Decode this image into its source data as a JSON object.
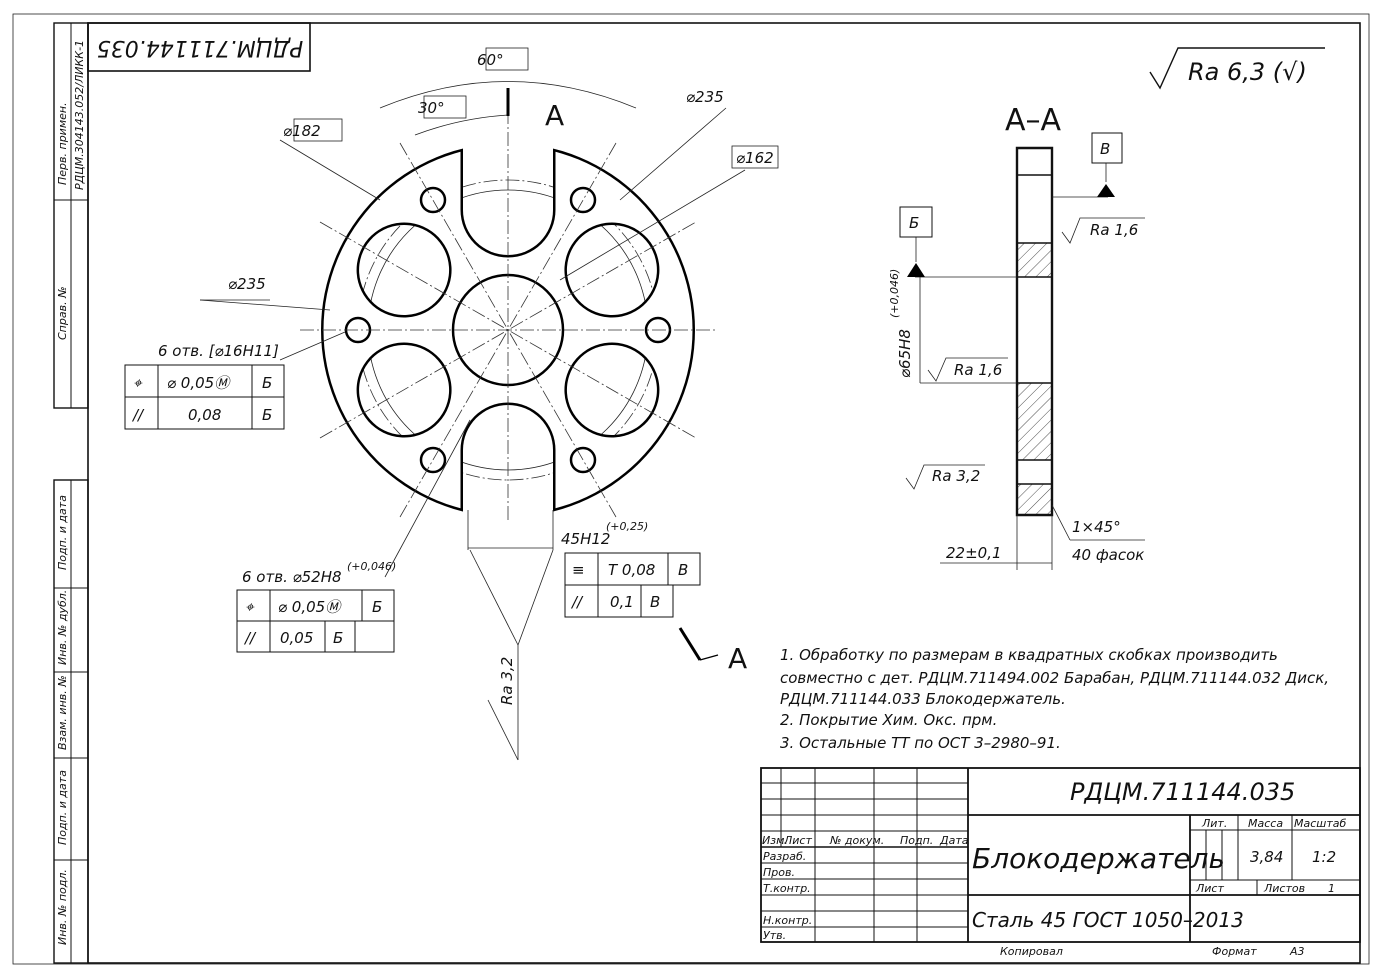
{
  "stamp_rotated": "РДЦМ.711144.035",
  "side": {
    "perv_primen": "Перв. примен.",
    "perv_value": "РДЦМ.304143.052/ЛИКК-1",
    "sprav": "Справ. №",
    "podp_data": "Подп. и дата",
    "inv_dubl": "Инв. № дубл.",
    "vzam_inv": "Взам. инв. №",
    "podp_data2": "Подп. и дата",
    "inv_podl": "Инв. № подл."
  },
  "roughness_general": "Ra 6,3 (√)",
  "section_title": "А–А",
  "cut_label": "А",
  "dims": {
    "angle60": "60°",
    "angle30": "30°",
    "d235_top": "⌀235",
    "d182": "⌀182",
    "d162": "⌀162",
    "d235_left": "⌀235",
    "holes16": "6 отв. [⌀16Н11]",
    "holes52": "6 отв. ⌀52Н8",
    "holes52_tol": "(+0,046)",
    "slot": "45Н12",
    "slot_tol": "(+0,25)",
    "ra32_bottom": "Ra 3,2",
    "d65": "⌀65Н8",
    "d65_tol": "(+0,046)",
    "ra16_a": "Ra 1,6",
    "ra16_b": "Ra 1,6",
    "ra32_side": "Ra 3,2",
    "thk": "22±0,1",
    "chamfer": "1×45°",
    "chamfer_count": "40 фасок",
    "datum_b": "Б",
    "datum_v": "В"
  },
  "fcf1": {
    "sym1": "⌖",
    "val1": "⌀ 0,05Ⓜ",
    "dat1": "Б",
    "sym2": "//",
    "val2": "0,08",
    "dat2": "Б"
  },
  "fcf2": {
    "sym1": "⌖",
    "val1": "⌀ 0,05Ⓜ",
    "dat1": "Б",
    "sym2": "//",
    "val2": "0,05",
    "dat2": "Б"
  },
  "fcf3": {
    "sym1": "≡",
    "val1": "Т 0,08",
    "dat1": "В",
    "sym2": "//",
    "val2": "0,1",
    "dat2": "В"
  },
  "notes": [
    "1. Обработку по размерам в квадратных  скобках производить",
    "совместно   с дет. РДЦМ.711494.002 Барабан, РДЦМ.711144.032 Диск,",
    "РДЦМ.711144.033 Блокодержатель.",
    "2. Покрытие Хим. Окс. прм.",
    "3. Остальные ТТ по ОСТ 3–2980–91."
  ],
  "title_block": {
    "designation": "РДЦМ.711144.035",
    "name": "Блокодержатель",
    "material": "Сталь 45 ГОСТ 1050–2013",
    "lit": "Лит.",
    "massa": "Масса",
    "masshtab": "Масштаб",
    "mass_value": "3,84",
    "scale_value": "1:2",
    "list": "Лист",
    "listov": "Листов",
    "listov_value": "1",
    "izm": "Изм.",
    "list_col": "Лист",
    "doc": "№ докум.",
    "podp": "Подп.",
    "data": "Дата",
    "razrab": "Разраб.",
    "prov": "Пров.",
    "tkontr": "Т.контр.",
    "nkontr": "Н.контр.",
    "utv": "Утв."
  },
  "footer": {
    "copied": "Копировал",
    "format": "Формат",
    "format_value": "А3"
  }
}
